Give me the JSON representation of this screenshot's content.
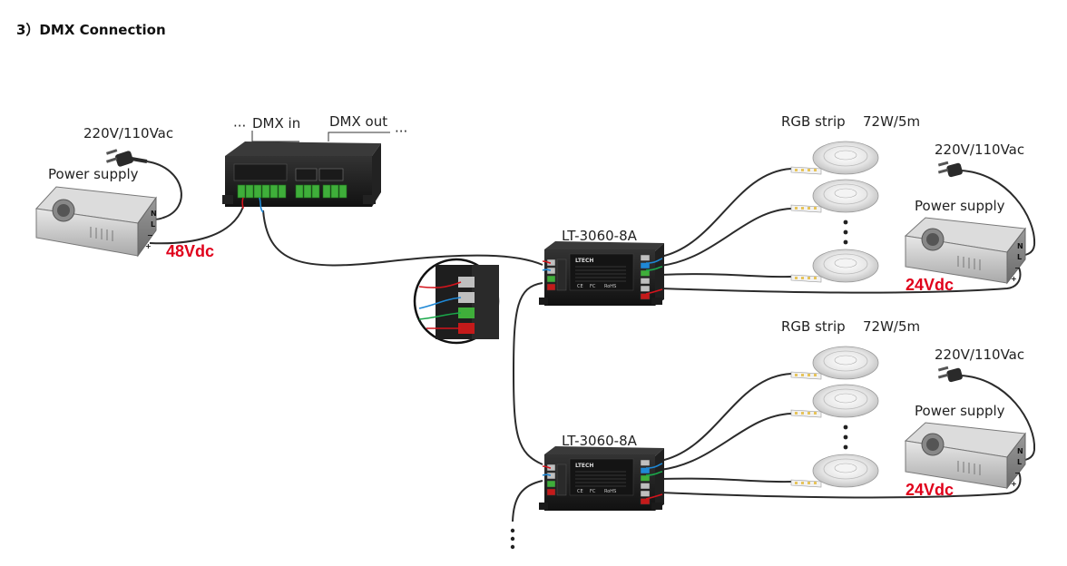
{
  "heading": "3）DMX Connection",
  "dmx_unit": {
    "label_in": "DMX in",
    "label_out": "DMX out",
    "dots_left": "···",
    "dots_right": "···"
  },
  "left_supply": {
    "mains_label": "220V/110Vac",
    "name": "Power supply",
    "output_label": "48Vdc",
    "terminals": [
      "N",
      "L",
      "−",
      "+"
    ]
  },
  "controllers": [
    {
      "name": "LT-3060-8A",
      "strip_label": "RGB strip",
      "strip_power": "72W/5m",
      "mains_label": "220V/110Vac",
      "supply_name": "Power supply",
      "output_label": "24Vdc",
      "terminals": [
        "N",
        "L",
        "−",
        "+"
      ]
    },
    {
      "name": "LT-3060-8A",
      "strip_label": "RGB strip",
      "strip_power": "72W/5m",
      "mains_label": "220V/110Vac",
      "supply_name": "Power supply",
      "output_label": "24Vdc",
      "terminals": [
        "N",
        "L",
        "−",
        "+"
      ]
    }
  ],
  "controller_face": {
    "brand": "LTECH",
    "marks": [
      "CE",
      "FC",
      "RoHS"
    ]
  },
  "colors": {
    "voltage": "#e0001b",
    "wire": "#2b2b2b",
    "terminal_green": "#3fae3a",
    "device_body": "#1c1c1c"
  }
}
